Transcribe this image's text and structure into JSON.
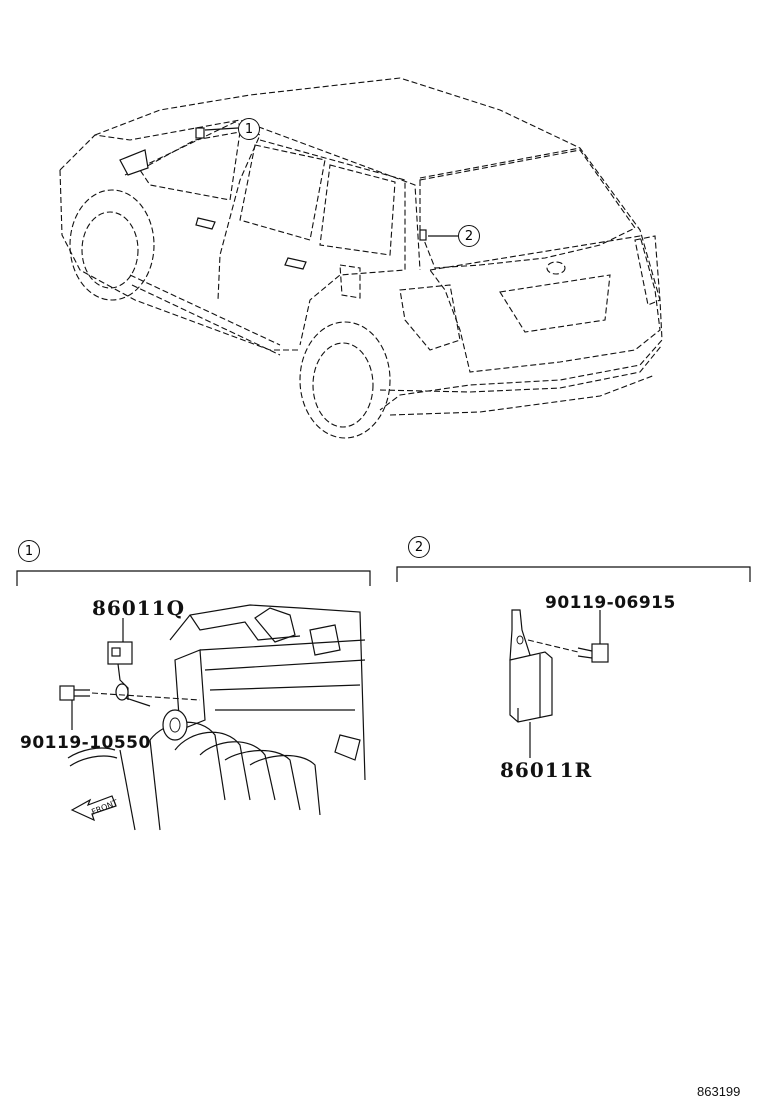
{
  "callouts": {
    "one": "1",
    "two": "2"
  },
  "section_1": {
    "marker": "1",
    "part_top": "86011Q",
    "part_bolt": "90119-10550",
    "front_arrow": "FRONT"
  },
  "section_2": {
    "marker": "2",
    "part_bolt": "90119-06915",
    "part_bottom": "86011R"
  },
  "diagram_id": "863199"
}
